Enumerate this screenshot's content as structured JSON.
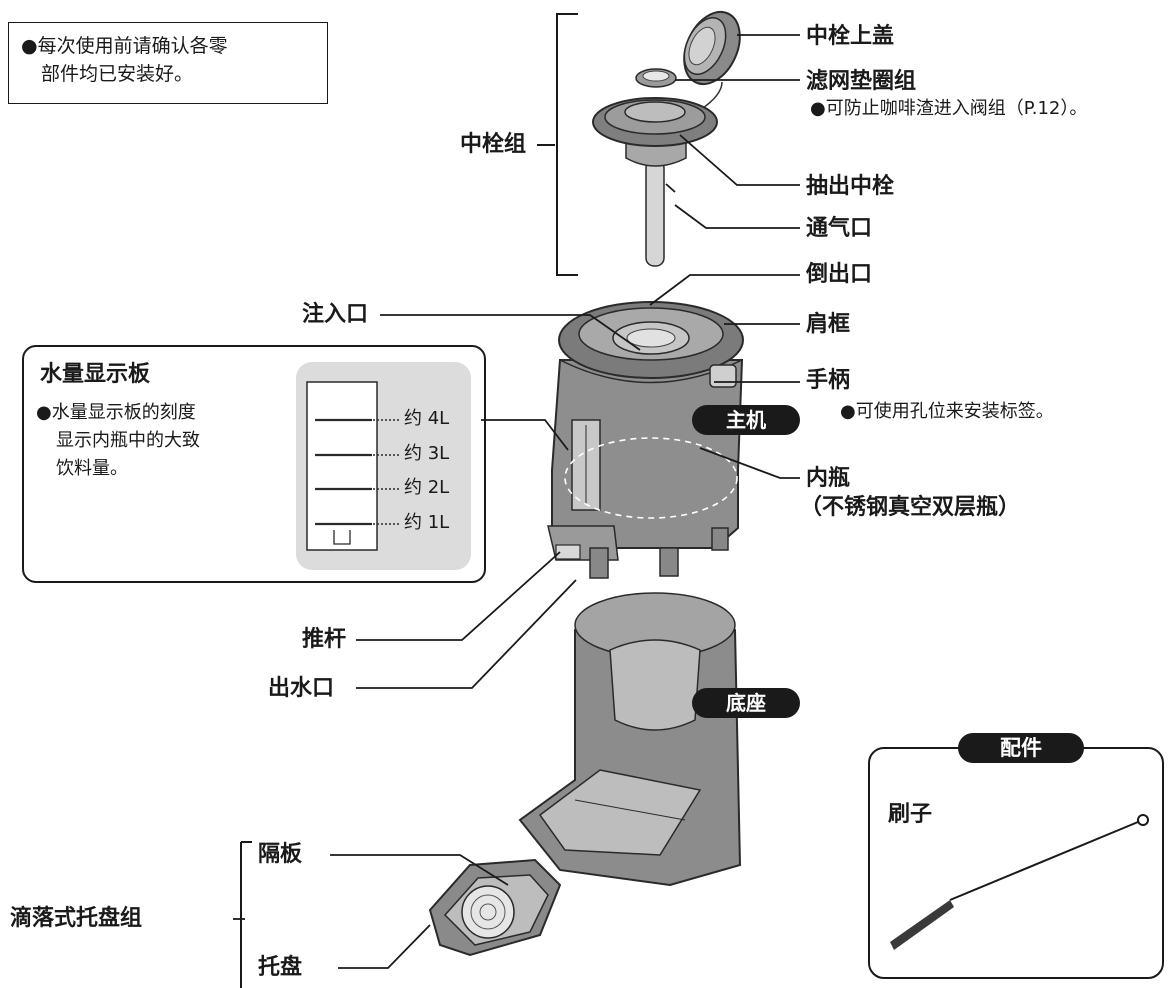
{
  "notice": {
    "line1": "●每次使用前请确认各零",
    "line2": "部件均已安装好。"
  },
  "labels": {
    "cap": "中栓上盖",
    "filter": "滤网垫圈组",
    "filter_note": "●可防止咖啡渣进入阀组（P.12）。",
    "stopper": "抽出中栓",
    "vent": "通气口",
    "pour": "倒出口",
    "shoulder": "肩框",
    "handle": "手柄",
    "handle_note": "●可使用孔位来安装标签。",
    "inner_bottle": "内瓶",
    "inner_bottle_sub": "（不锈钢真空双层瓶）",
    "stopper_group": "中栓组",
    "inlet": "注入口",
    "lever": "推杆",
    "outlet": "出水口",
    "drip_tray_group": "滴落式托盘组",
    "divider": "隔板",
    "tray": "托盘"
  },
  "badges": {
    "main": "主机",
    "base": "底座"
  },
  "gauge": {
    "title": "水量显示板",
    "desc1": "●水量显示板的刻度",
    "desc2": "显示内瓶中的大致",
    "desc3": "饮料量。",
    "levels": [
      "约 4L",
      "约 3L",
      "约 2L",
      "约 1L"
    ]
  },
  "accessories": {
    "title": "配件",
    "brush": "刷子"
  }
}
